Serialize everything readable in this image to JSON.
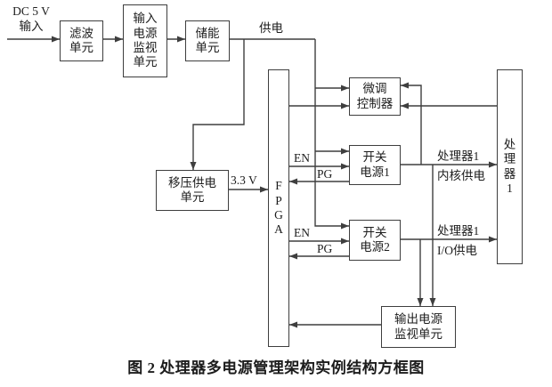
{
  "colors": {
    "line": "#3e3e3e",
    "text": "#1c1c1c",
    "bg": "#ffffff"
  },
  "labels": {
    "dc_input": "DC 5 V\n输入",
    "supply": "供电",
    "v33": "3.3 V",
    "en": "EN",
    "pg": "PG",
    "core_supply_line1": "处理器1",
    "core_supply_line2": "内核供电",
    "io_supply_line1": "处理器1",
    "io_supply_line2": "I/O供电"
  },
  "blocks": {
    "filter_unit": "滤波\n单元",
    "input_power_monitor_unit": "输入\n电源\n监视\n单元",
    "energy_storage_unit": "储能\n单元",
    "voltage_shift_supply_unit": "移压供电\n单元",
    "fpga": "F\nP\nG\nA",
    "trim_controller": "微调\n控制器",
    "switching_supply_1": "开关\n电源1",
    "switching_supply_2": "开关\n电源2",
    "processor_1": "处\n理\n器\n1",
    "output_power_monitor_unit": "输出电源\n监视单元"
  },
  "caption": "图 2  处理器多电源管理架构实例结构方框图"
}
